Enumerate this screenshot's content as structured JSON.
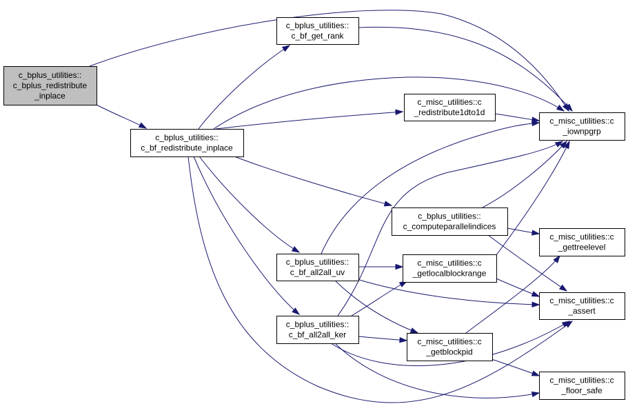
{
  "diagram": {
    "type": "call-graph",
    "edge_color": "#191970",
    "root_fill": "#bfbfbf",
    "nodes": [
      {
        "id": "root",
        "lines": [
          "c_bplus_utilities::",
          "c_bplus_redistribute",
          "_inplace"
        ],
        "root": true
      },
      {
        "id": "getrank",
        "lines": [
          "c_bplus_utilities::",
          "c_bf_get_rank"
        ]
      },
      {
        "id": "bfredist",
        "lines": [
          "c_bplus_utilities::",
          "c_bf_redistribute_inplace"
        ]
      },
      {
        "id": "redist1d",
        "lines": [
          "c_misc_utilities::c",
          "_redistribute1dto1d"
        ]
      },
      {
        "id": "iownpgrp",
        "lines": [
          "c_misc_utilities::c",
          "_iownpgrp"
        ]
      },
      {
        "id": "cpi",
        "lines": [
          "c_bplus_utilities::",
          "c_computeparallelindices"
        ]
      },
      {
        "id": "treelevel",
        "lines": [
          "c_misc_utilities::c",
          "_gettreelevel"
        ]
      },
      {
        "id": "uv",
        "lines": [
          "c_bplus_utilities::",
          "c_bf_all2all_uv"
        ]
      },
      {
        "id": "lbr",
        "lines": [
          "c_misc_utilities::c",
          "_getlocalblockrange"
        ]
      },
      {
        "id": "assert",
        "lines": [
          "c_misc_utilities::c",
          "_assert"
        ]
      },
      {
        "id": "ker",
        "lines": [
          "c_bplus_utilities::",
          "c_bf_all2all_ker"
        ]
      },
      {
        "id": "blockpid",
        "lines": [
          "c_misc_utilities::c",
          "_getblockpid"
        ]
      },
      {
        "id": "floorsafe",
        "lines": [
          "c_misc_utilities::c",
          "_floor_safe"
        ]
      }
    ],
    "edges": [
      {
        "from": "root",
        "to": "bfredist"
      },
      {
        "from": "root",
        "to": "iownpgrp"
      },
      {
        "from": "bfredist",
        "to": "getrank"
      },
      {
        "from": "bfredist",
        "to": "redist1d"
      },
      {
        "from": "bfredist",
        "to": "iownpgrp"
      },
      {
        "from": "bfredist",
        "to": "cpi"
      },
      {
        "from": "bfredist",
        "to": "uv"
      },
      {
        "from": "bfredist",
        "to": "ker"
      },
      {
        "from": "bfredist",
        "to": "assert"
      },
      {
        "from": "getrank",
        "to": "iownpgrp"
      },
      {
        "from": "redist1d",
        "to": "iownpgrp"
      },
      {
        "from": "cpi",
        "to": "iownpgrp"
      },
      {
        "from": "cpi",
        "to": "treelevel"
      },
      {
        "from": "cpi",
        "to": "assert"
      },
      {
        "from": "uv",
        "to": "iownpgrp"
      },
      {
        "from": "uv",
        "to": "lbr"
      },
      {
        "from": "uv",
        "to": "assert"
      },
      {
        "from": "uv",
        "to": "blockpid"
      },
      {
        "from": "lbr",
        "to": "iownpgrp"
      },
      {
        "from": "lbr",
        "to": "assert"
      },
      {
        "from": "ker",
        "to": "iownpgrp"
      },
      {
        "from": "ker",
        "to": "lbr"
      },
      {
        "from": "ker",
        "to": "blockpid"
      },
      {
        "from": "ker",
        "to": "assert"
      },
      {
        "from": "ker",
        "to": "floorsafe"
      },
      {
        "from": "blockpid",
        "to": "treelevel"
      },
      {
        "from": "blockpid",
        "to": "floorsafe"
      }
    ]
  }
}
